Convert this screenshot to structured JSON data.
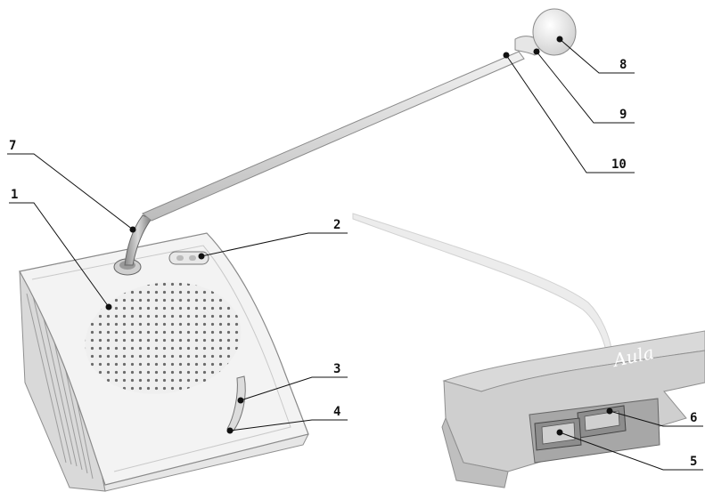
{
  "diagram": {
    "brand_text": "Aula",
    "callouts": [
      {
        "id": "1",
        "label": "1",
        "part": "speaker-grille"
      },
      {
        "id": "2",
        "label": "2",
        "part": "indicator-window"
      },
      {
        "id": "3",
        "label": "3",
        "part": "microphone-button"
      },
      {
        "id": "4",
        "label": "4",
        "part": "base-body"
      },
      {
        "id": "5",
        "label": "5",
        "part": "connector-in"
      },
      {
        "id": "6",
        "label": "6",
        "part": "connector-out"
      },
      {
        "id": "7",
        "label": "7",
        "part": "gooseneck-socket"
      },
      {
        "id": "8",
        "label": "8",
        "part": "microphone-capsule"
      },
      {
        "id": "9",
        "label": "9",
        "part": "ring-led"
      },
      {
        "id": "10",
        "label": "10",
        "part": "microphone-rod"
      }
    ]
  },
  "colors": {
    "base_light": "#f4f4f4",
    "base_shade": "#d6d6d6",
    "outline": "#9a9a9a",
    "leader": "#111111"
  }
}
